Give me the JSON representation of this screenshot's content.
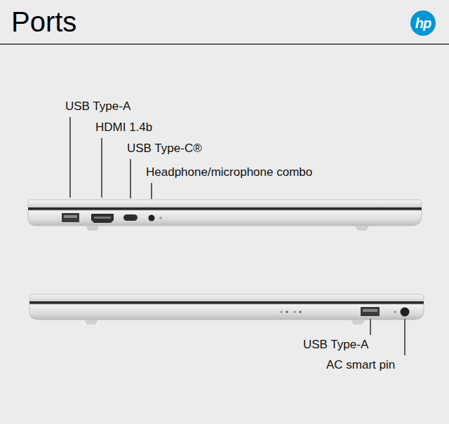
{
  "diagram": {
    "title": "Ports",
    "labels": [
      "hp",
      "USB Type-A",
      "HDMI 1.4b",
      "USB Type-C®",
      "Headphone/microphone combo",
      "USB Type-A",
      "AC smart pin"
    ]
  }
}
